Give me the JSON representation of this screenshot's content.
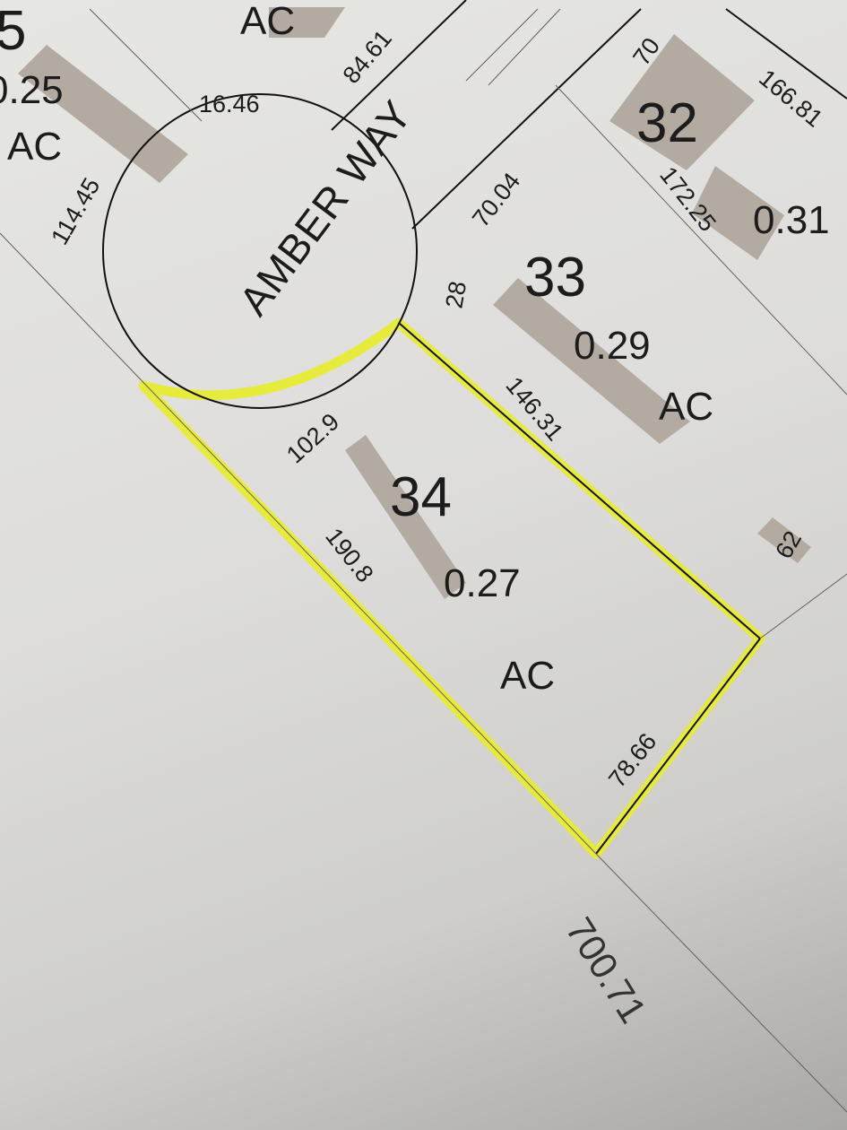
{
  "map": {
    "street": {
      "name": "AMBER WAY"
    },
    "highlight_color": "#e8ec2a",
    "building_color": "#b3aba2",
    "line_color": "#111111",
    "lots": [
      {
        "id": "lot-35",
        "number": "5",
        "acreage": "0.25",
        "unit": "AC"
      },
      {
        "id": "lot-top",
        "unit": "AC"
      },
      {
        "id": "lot-32",
        "number": "32",
        "acreage": "0.31"
      },
      {
        "id": "lot-33",
        "number": "33",
        "acreage": "0.29",
        "unit": "AC"
      },
      {
        "id": "lot-34",
        "number": "34",
        "acreage": "0.27",
        "unit": "AC",
        "highlighted": true
      }
    ],
    "dimensions": {
      "d16_46": "16.46",
      "d84_61": "84.61",
      "d114_45": "114.45",
      "d70": "70",
      "d166_81": "166.81",
      "d172_25": "172.25",
      "d70_04": "70.04",
      "d28": "28",
      "d146_31": "146.31",
      "d102_9": "102.9",
      "d190_8": "190.8",
      "d62": "62",
      "d78_66": "78.66",
      "d700_71": "700.71"
    }
  }
}
